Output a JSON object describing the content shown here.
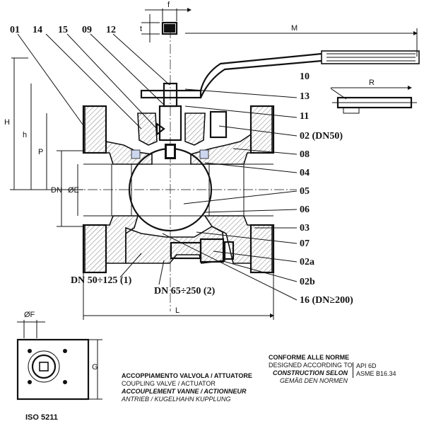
{
  "callouts": {
    "c01": "01",
    "c14": "14",
    "c15": "15",
    "c09": "09",
    "c12": "12",
    "c10": "10",
    "c13": "13",
    "c11": "11",
    "c02": "02 (DN50)",
    "c08": "08",
    "c04": "04",
    "c05": "05",
    "c06": "06",
    "c03": "03",
    "c07": "07",
    "c02a": "02a",
    "c02b": "02b",
    "c16": "16 (DN≥200)",
    "dn50_125": "DN 50÷125 (1)",
    "dn65_250": "DN 65÷250 (2)"
  },
  "dimensions": {
    "f": "f",
    "t": "t",
    "M": "M",
    "R": "R",
    "H": "H",
    "h": "h",
    "P": "P",
    "DN": "DN",
    "E": "ØE",
    "L": "L",
    "F": "ØF",
    "G": "G"
  },
  "coupling": {
    "line1": "ACCOPPIAMENTO VALVOLA / ATTUATORE",
    "line2": "COUPLING VALVE / ACTUATOR",
    "line3": "ACCOUPLEMENT VANNE / ACTIONNEUR",
    "line4": "ANTRIEB / KUGELHAHN KUPPLUNG"
  },
  "conformity": {
    "line1": "CONFORME ALLE NORME",
    "line2": "DESIGNED ACCORDING TO",
    "line3": "CONSTRUCTION SELON",
    "line4": "GEMÄß DEN NORMEN"
  },
  "standards": {
    "api": "API 6D",
    "asme": "ASME B16.34"
  },
  "iso": "ISO 5211"
}
